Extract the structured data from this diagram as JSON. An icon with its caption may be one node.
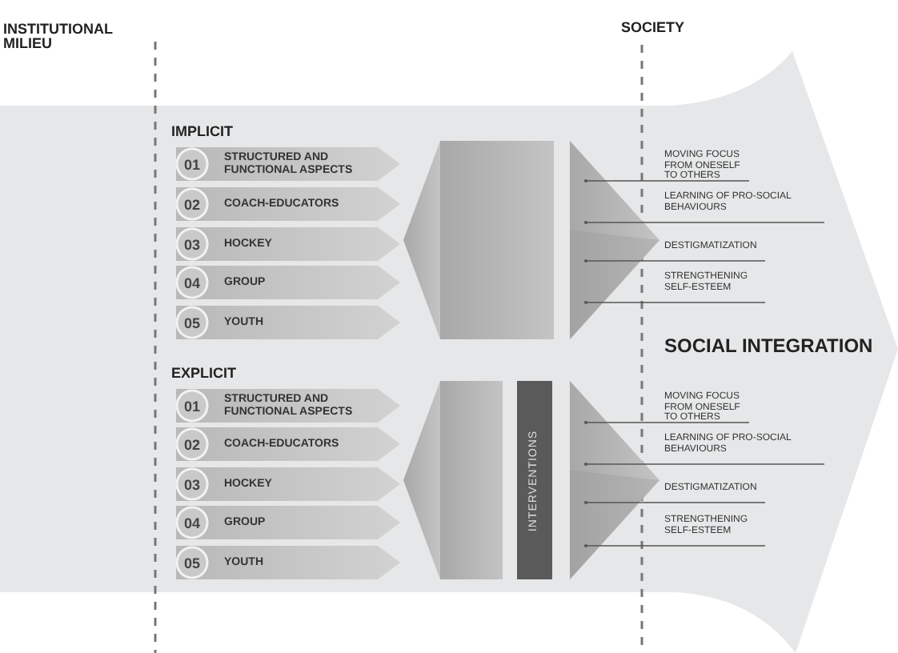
{
  "diagram": {
    "nodes": [
      {
        "text": [
          "01",
          "STRUCTURED AND FUNCTIONAL ASPECTS"
        ]
      },
      {
        "text": [
          "02",
          "COACH-EDUCATORS"
        ]
      },
      {
        "text": [
          "03",
          "HOCKEY"
        ]
      },
      {
        "text": [
          "04",
          "GROUP"
        ]
      },
      {
        "text": [
          "05",
          "YOUTH"
        ]
      },
      {
        "text": [],
        "shape": "box"
      },
      {
        "text": [],
        "shape": "triangle"
      },
      {
        "text": [
          "MOVING FOCUS FROM ONESELF TO OTHERS"
        ]
      },
      {
        "text": [
          "LEARNING OF PRO-SOCIAL BEHAVIOURS"
        ]
      },
      {
        "text": [
          "DESTIGMATIZATION"
        ]
      },
      {
        "text": [
          "STRENGTHENING SELF-ESTEEM"
        ]
      },
      {
        "text": [
          "01",
          "STRUCTURED AND FUNCTIONAL ASPECTS"
        ]
      },
      {
        "text": [
          "02",
          "COACH-EDUCATORS"
        ]
      },
      {
        "text": [
          "03",
          "HOCKEY"
        ]
      },
      {
        "text": [
          "04",
          "GROUP"
        ]
      },
      {
        "text": [
          "05",
          "YOUTH"
        ]
      },
      {
        "text": [],
        "shape": "box"
      },
      {
        "text": [
          "INTERVENTIONS"
        ]
      },
      {
        "text": [],
        "shape": "triangle"
      },
      {
        "text": [
          "MOVING FOCUS FROM ONESELF TO OTHERS"
        ]
      },
      {
        "text": [
          "LEARNING OF PRO-SOCIAL BEHAVIOURS"
        ]
      },
      {
        "text": [
          "DESTIGMATIZATION"
        ]
      },
      {
        "text": [
          "STRENGTHENING SELF-ESTEEM"
        ]
      },
      {
        "text": [],
        "shape": "triangle"
      },
      {
        "text": [],
        "shape": "triangle"
      }
    ],
    "edges": [
      {
        "from": 7,
        "to": 6,
        "arrow": "other"
      },
      {
        "from": 8,
        "to": 6,
        "arrow": "other"
      },
      {
        "from": 9,
        "to": 6,
        "arrow": "other"
      },
      {
        "from": 10,
        "to": 6,
        "arrow": "other"
      },
      {
        "from": 19,
        "to": 18,
        "arrow": "other"
      },
      {
        "from": 20,
        "to": 18,
        "arrow": "other"
      },
      {
        "from": 21,
        "to": 18,
        "arrow": "other"
      },
      {
        "from": 22,
        "to": 18,
        "arrow": "other"
      }
    ],
    "labels": [
      "INSTITUTIONAL MILIEU",
      "SOCIETY",
      "IMPLICIT",
      "SOCIAL INTEGRATION",
      "EXPLICIT"
    ]
  }
}
